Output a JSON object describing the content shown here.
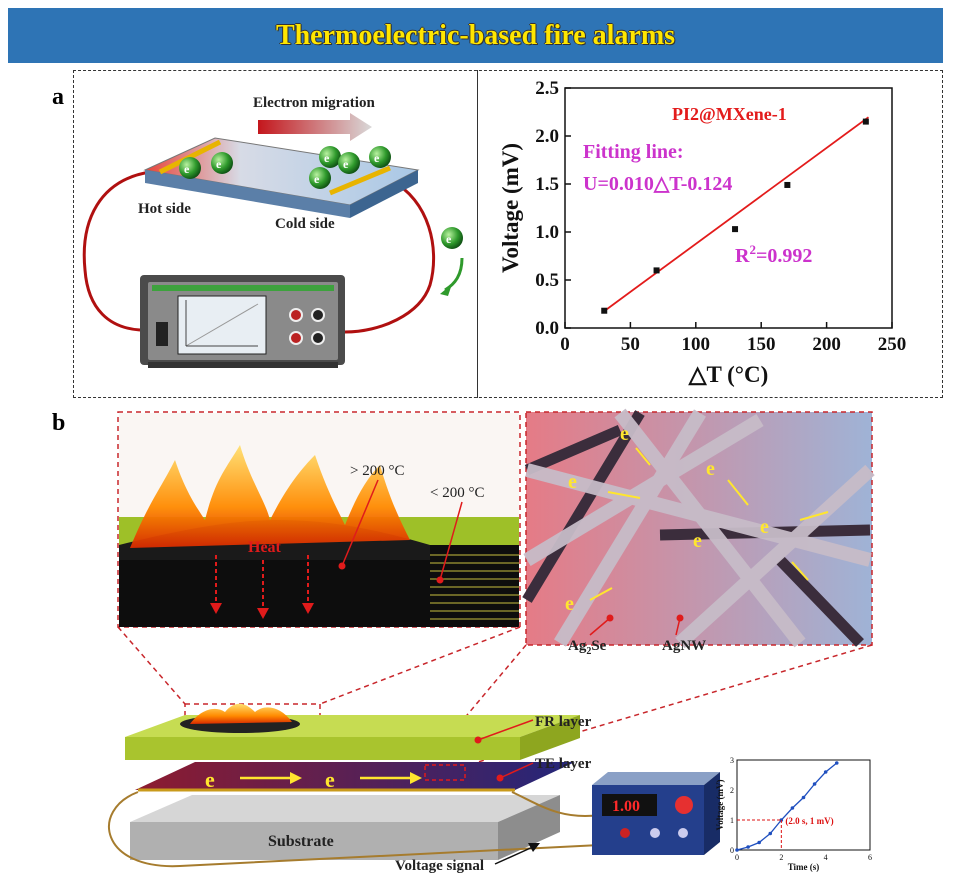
{
  "banner": {
    "title": "Thermoelectric-based fire alarms"
  },
  "panel_a": {
    "letter": "a",
    "schematic": {
      "electron_migration": "Electron migration",
      "hot_side": "Hot side",
      "cold_side": "Cold side",
      "electron_symbol": "e",
      "electron_charge": "-"
    }
  },
  "panel_b": {
    "letter": "b",
    "fire_zoom": {
      "heat": "Heat",
      "above": "> 200 °C",
      "below": "< 200 °C"
    },
    "network_zoom": {
      "electron": "e",
      "charge": "-",
      "ag2se_base": "Ag",
      "ag2se_sub": "2",
      "ag2se_tail": "Se",
      "agnw": "AgNW"
    },
    "device": {
      "fr_layer": "FR layer",
      "te_layer": "TE layer",
      "substrate": "Substrate",
      "voltage_signal": "Voltage signal",
      "meter_reading": "1.00"
    },
    "inset": {
      "xlabel": "Time (s)",
      "ylabel": "Voltage (mV)",
      "annotation": "(2.0 s, 1 mV)",
      "xticks": [
        "0",
        "2",
        "4",
        "6"
      ],
      "yticks": [
        "0",
        "1",
        "2",
        "3"
      ]
    }
  },
  "chart_data": [
    {
      "type": "scatter",
      "title": "PI2@MXene-1",
      "xlabel": "△T (°C)",
      "ylabel": "Voltage (mV)",
      "x": [
        30,
        70,
        130,
        170,
        230
      ],
      "y": [
        0.18,
        0.6,
        1.03,
        1.49,
        2.15
      ],
      "xlim": [
        0,
        250
      ],
      "ylim": [
        0.0,
        2.5
      ],
      "xticks": [
        "0",
        "50",
        "100",
        "150",
        "200",
        "250"
      ],
      "yticks": [
        "0.0",
        "0.5",
        "1.0",
        "1.5",
        "2.0",
        "2.5"
      ],
      "fit": {
        "slope": 0.01,
        "intercept": -0.124
      },
      "fit_label_1": "Fitting line:",
      "fit_label_2": "U=0.010△T-0.124",
      "r2_label": "R",
      "r2_sup": "2",
      "r2_value": "=0.992",
      "colors": {
        "points": "#111111",
        "fit": "#e31b1b",
        "title": "#e31b1b",
        "annotation": "#cc33cc"
      }
    },
    {
      "type": "line",
      "xlabel": "Time (s)",
      "ylabel": "Voltage (mV)",
      "x": [
        0,
        0.5,
        1.0,
        1.5,
        2.0,
        2.5,
        3.0,
        3.5,
        4.0,
        4.5
      ],
      "y": [
        0.0,
        0.1,
        0.25,
        0.55,
        1.0,
        1.4,
        1.75,
        2.2,
        2.6,
        2.9
      ],
      "xlim": [
        0,
        6
      ],
      "ylim": [
        0,
        3
      ],
      "annotation": "(2.0 s, 1 mV)",
      "colors": {
        "line": "#1f4fbf",
        "annotation": "#d11"
      }
    }
  ]
}
